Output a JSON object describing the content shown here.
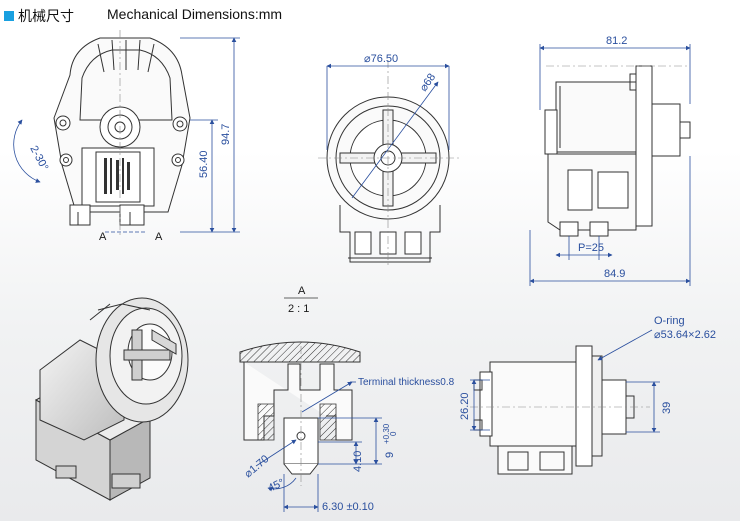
{
  "header": {
    "title_cn": "机械尺寸",
    "title_en": "Mechanical Dimensions:mm",
    "accent_color": "#19a0e0"
  },
  "dimension_color": "#2a4f9e",
  "line_color": "#333333",
  "views": {
    "front": {
      "angle": "2-30°",
      "height_total": "94.7",
      "height_mount": "56.40",
      "section_left": "A",
      "section_right": "A"
    },
    "outlet": {
      "diameter_outer": "⌀76.50",
      "diameter_inner": "⌀68"
    },
    "side": {
      "width_top": "81.2",
      "pitch": "P=25",
      "width_bottom": "84.9"
    },
    "detail_a": {
      "label": "A",
      "scale": "2 : 1",
      "terminal_thickness": "Terminal thickness0.8",
      "hole_diameter": "⌀1.70",
      "depth": "4.10",
      "tolerance_top": "+0.30",
      "tolerance_bottom": "0",
      "nominal": "9",
      "chamfer_angle": "45°",
      "terminal_width": "6.30 ±0.10"
    },
    "oring_view": {
      "oring_title": "O-ring",
      "oring_size": "⌀53.64×2.62",
      "height_left": "26.20",
      "height_right": "39"
    }
  }
}
